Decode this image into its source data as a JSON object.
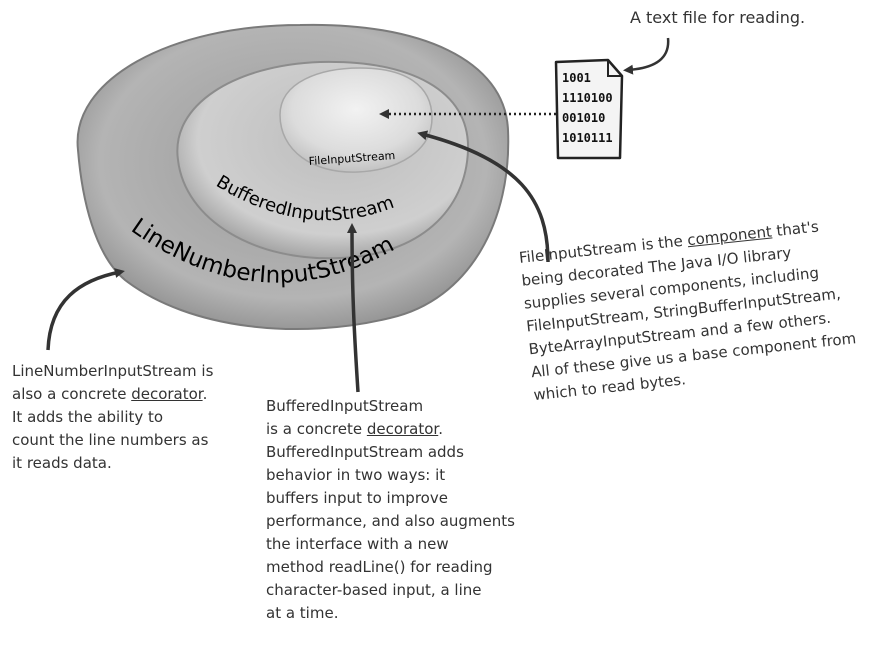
{
  "labels": {
    "outer_ring": "LineNumberInputStream",
    "middle_ring": "BufferedInputStream",
    "inner_ring": "FileInputStream"
  },
  "file_icon": {
    "icon": "text-file-icon",
    "lines": [
      "1001",
      "1110100",
      "001010",
      "1010111"
    ]
  },
  "annotations": {
    "file": "A text file for reading.",
    "line_number": {
      "before": "LineNumberInputStream is\nalso a concrete ",
      "keyword": "decorator",
      "after": ".\nIt adds the ability to\ncount the line numbers as\nit reads data."
    },
    "buffered": {
      "before": "BufferedInputStream\nis a concrete ",
      "keyword": "decorator",
      "after": ".\nBufferedInputStream adds\nbehavior in two ways: it\nbuffers input to improve\nperformance, and also augments\nthe interface with a new\nmethod readLine() for reading\ncharacter-based input, a line\nat a time."
    },
    "component": {
      "before": "FileInputStream is the ",
      "keyword": "component",
      "after": " that's\nbeing decorated The Java I/O library\nsupplies several components, including\nFileInputStream, StringBufferInputStream,\nByteArrayInputStream and a few others.\nAll of these give us a base component from\nwhich to read bytes."
    }
  },
  "colors": {
    "outer_fill": "#b0b0b0",
    "middle_fill": "#c6c6c6",
    "inner_fill": "#dedede",
    "ink": "#333333"
  }
}
